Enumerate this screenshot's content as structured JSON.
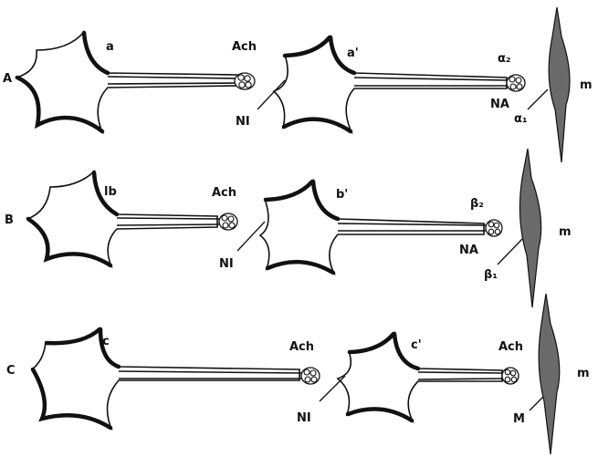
{
  "rows": [
    {
      "row_label": "A",
      "pre_neuron_label": "a",
      "post_neuron_label": "a'",
      "pre_transmitter_label": "Ach",
      "ganglion_receptor_label": "NI",
      "post_transmitter_label": "NA",
      "receptor_top_label": "α₂",
      "receptor_bottom_label": "α₁",
      "effector_label": "m"
    },
    {
      "row_label": "B",
      "pre_neuron_label": "lb",
      "post_neuron_label": "b'",
      "pre_transmitter_label": "Ach",
      "ganglion_receptor_label": "NI",
      "post_transmitter_label": "NA",
      "receptor_top_label": "β₂",
      "receptor_bottom_label": "β₁",
      "effector_label": "m"
    },
    {
      "row_label": "C",
      "pre_neuron_label": "c",
      "post_neuron_label": "c'",
      "pre_transmitter_label": "Ach",
      "ganglion_receptor_label": "NI",
      "post_transmitter_label": "Ach",
      "receptor_bottom_label": "M",
      "effector_label": "m"
    }
  ]
}
